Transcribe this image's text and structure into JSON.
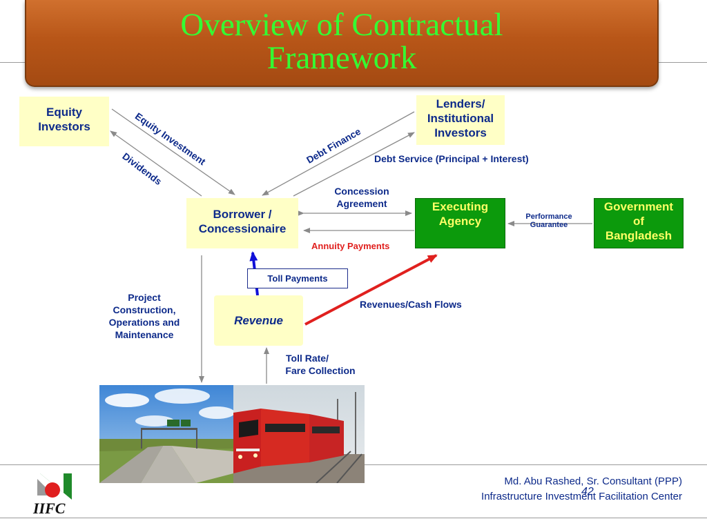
{
  "slide": {
    "title_line1": "Overview of Contractual",
    "title_line2": "Framework",
    "page_number": "42"
  },
  "boxes": {
    "equity_investors": [
      "Equity",
      "Investors"
    ],
    "lenders": [
      "Lenders/",
      "Institutional",
      "Investors"
    ],
    "borrower": [
      "Borrower /",
      "Concessionaire"
    ],
    "executing_agency": [
      "Executing",
      "Agency"
    ],
    "government": [
      "Government",
      "of",
      "Bangladesh"
    ],
    "revenue": "Revenue",
    "toll_payments": "Toll Payments"
  },
  "labels": {
    "equity_investment": "Equity Investment",
    "dividends": "Dividends",
    "debt_finance": "Debt Finance",
    "debt_service": "Debt Service (Principal + Interest)",
    "concession_agreement": [
      "Concession",
      "Agreement"
    ],
    "annuity_payments": "Annuity Payments",
    "performance_guarantee": [
      "Performance",
      "Guarantee"
    ],
    "project_construction": [
      "Project",
      "Construction,",
      "Operations and",
      "Maintenance"
    ],
    "revenues_cash_flows": "Revenues/Cash Flows",
    "toll_rate": [
      "Toll Rate/",
      "Fare Collection"
    ]
  },
  "footer": {
    "author": "Md. Abu Rashed, Sr. Consultant (PPP)",
    "organization": "Infrastructure Investment Facilitation Center"
  },
  "logo": {
    "text": "IIFC"
  },
  "colors": {
    "title_text": "#33ff33",
    "title_bg": "#b85618",
    "box_yellow": "#ffffc6",
    "box_green": "#0c9a0c",
    "label_blue": "#0d2a8a",
    "annuity_red": "#e0201e"
  }
}
